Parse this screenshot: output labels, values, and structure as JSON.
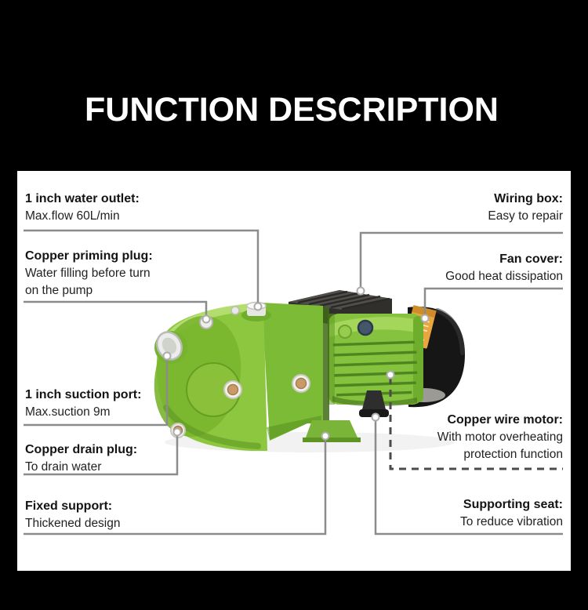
{
  "header": {
    "title": "FUNCTION DESCRIPTION"
  },
  "callouts": {
    "left": [
      {
        "title": "1 inch water outlet:",
        "desc": "Max.flow 60L/min"
      },
      {
        "title": "Copper priming plug:",
        "desc": "Water filling before turn\non the pump"
      },
      {
        "title": "1 inch suction port:",
        "desc": "Max.suction 9m"
      },
      {
        "title": "Copper drain plug:",
        "desc": "To drain water"
      },
      {
        "title": "Fixed support:",
        "desc": "Thickened design"
      }
    ],
    "right": [
      {
        "title": "Wiring box:",
        "desc": "Easy to repair"
      },
      {
        "title": "Fan cover:",
        "desc": "Good heat dissipation"
      },
      {
        "title": "Copper wire motor:",
        "desc": "With motor overheating\nprotection function"
      },
      {
        "title": "Supporting seat:",
        "desc": "To reduce vibration"
      }
    ]
  },
  "colors": {
    "background": "#000000",
    "panel": "#ffffff",
    "pump_green": "#8dc63f",
    "pump_green_dark": "#4e8520",
    "fan_cover_black": "#161616",
    "wiring_box_gray": "#44423d",
    "label_orange": "#e9a63d",
    "callout_line_gray": "#8c8c8c",
    "dashed_line_gray": "#4b4b4b",
    "text": "#1d1d1d"
  }
}
